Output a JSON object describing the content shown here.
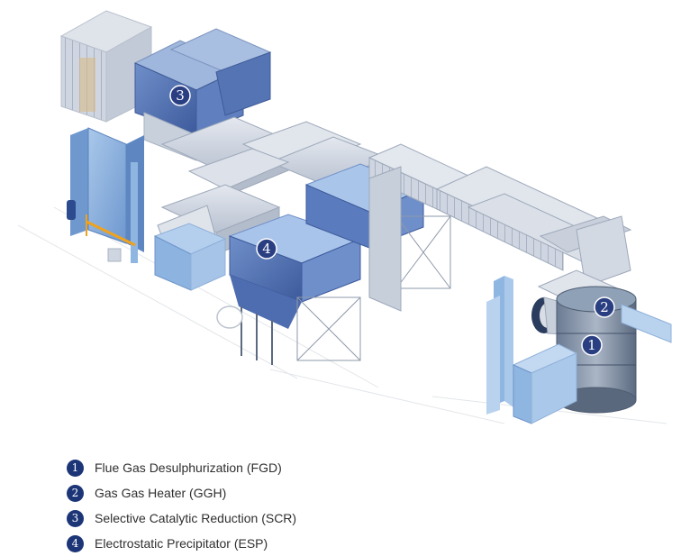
{
  "markers": [
    {
      "id": "1",
      "color": "#2a3f82"
    },
    {
      "id": "2",
      "color": "#2a3f82"
    },
    {
      "id": "3",
      "color": "#2a3f82"
    },
    {
      "id": "4",
      "color": "#2a3f82"
    }
  ],
  "legend": [
    {
      "num": "1",
      "label": "Flue Gas Desulphurization (FGD)"
    },
    {
      "num": "2",
      "label": "Gas Gas Heater (GGH)"
    },
    {
      "num": "3",
      "label": "Selective Catalytic Reduction (SCR)"
    },
    {
      "num": "4",
      "label": "Electrostatic Precipitator (ESP)"
    }
  ],
  "colors": {
    "duct_light": "#c9d0dc",
    "duct_blue": "#8fb6e1",
    "unit_dark_blue": "#4f6fb0",
    "steel": "#9aa7b8",
    "marker": "#1c3577"
  }
}
